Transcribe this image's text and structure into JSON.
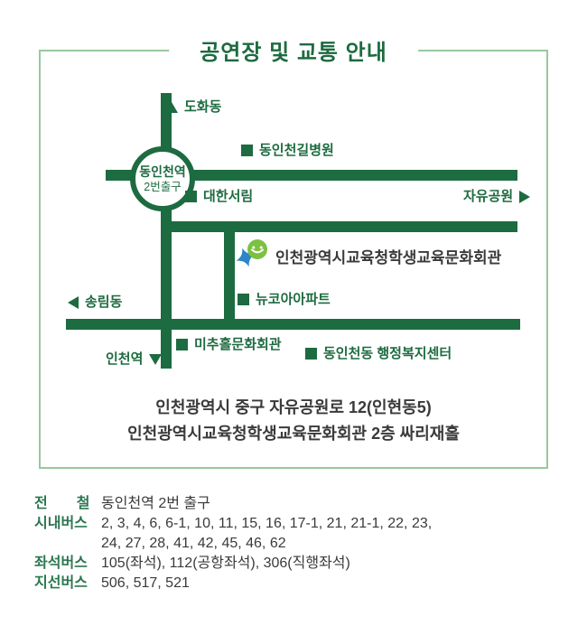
{
  "page": {
    "title": "공연장 및 교통 안내"
  },
  "map": {
    "station": {
      "line1": "동인천역",
      "line2": "2번출구"
    },
    "labels": {
      "dohwa": "도화동",
      "gil_hospital": "동인천길병원",
      "daehan_seorim": "대한서림",
      "jayu_park": "자유공원",
      "songnim": "송림동",
      "newcore_apt": "뉴코아아파트",
      "michuhol": "미추홀문화회관",
      "incheon_station": "인천역",
      "dongincheon_center": "동인천동 행정복지센터"
    },
    "venue": {
      "name": "인천광역시교육청학생교육문화회관"
    },
    "address_line1": "인천광역시 중구 자유공원로 12(인현동5)",
    "address_line2": "인천광역시교육청학생교육문화회관 2층 싸리재홀"
  },
  "transport": {
    "rows": [
      {
        "label": "전  철",
        "value": "동인천역 2번 출구"
      },
      {
        "label": "시내버스",
        "value": "2, 3, 4, 6, 6-1, 10, 11, 15, 16, 17-1, 21, 21-1, 22, 23,\n24, 27, 28, 41, 42, 45, 46, 62"
      },
      {
        "label": "좌석버스",
        "value": "105(좌석), 112(공항좌석), 306(직행좌석)"
      },
      {
        "label": "지선버스",
        "value": "506, 517, 521"
      }
    ]
  },
  "colors": {
    "road_green": "#1d6b40",
    "frame_green": "#97c99d",
    "transport_label_green": "#2b7750",
    "text_dark": "#3a3a3a",
    "logo_blue": "#2b85c8",
    "logo_green": "#7cc142"
  }
}
